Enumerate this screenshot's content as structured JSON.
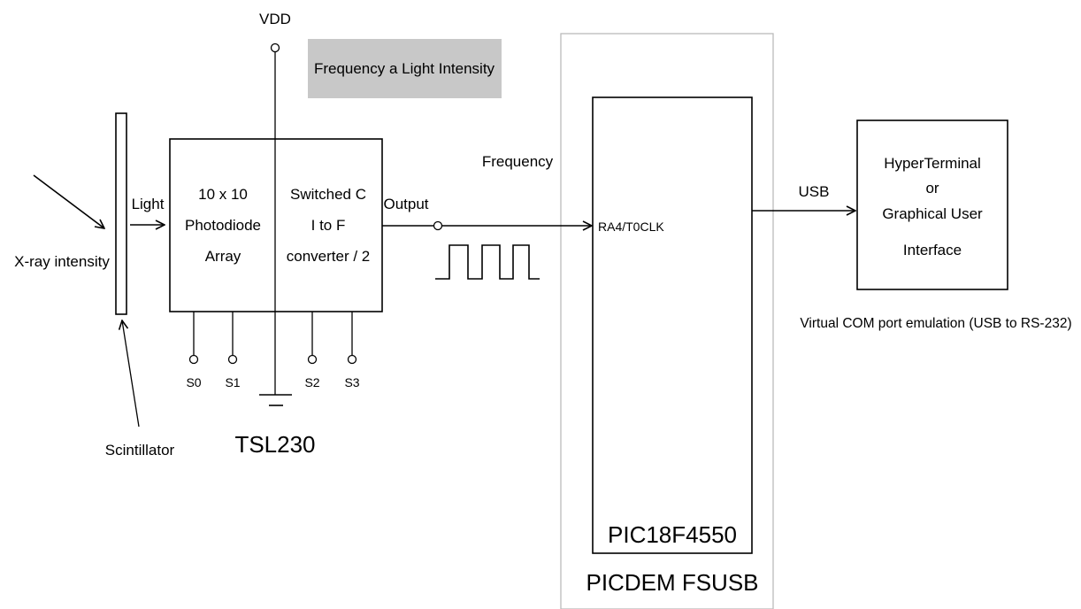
{
  "diagram": {
    "vdd_label": "VDD",
    "banner": {
      "text": "Frequency a Light Intensity",
      "fill_color": "#c8c8c8"
    },
    "xray_label": "X-ray intensity",
    "light_label": "Light",
    "scintillator_label": "Scintillator",
    "tsl230": {
      "name": "TSL230",
      "photodiode_lines": [
        "10 x 10",
        "Photodiode",
        "Array"
      ],
      "converter_lines": [
        "Switched C",
        "I to F",
        "converter / 2"
      ],
      "pins": [
        "S0",
        "S1",
        "S2",
        "S3"
      ]
    },
    "output_label": "Output",
    "frequency_label": "Frequency",
    "pic": {
      "pin_label": "RA4/T0CLK",
      "chip_label": "PIC18F4550",
      "board_label": "PICDEM FSUSB"
    },
    "usb_label": "USB",
    "host_lines": [
      "HyperTerminal",
      "or",
      "Graphical User",
      "Interface"
    ],
    "com_label": "Virtual COM port emulation (USB to RS-232)",
    "colors": {
      "line": "#000000",
      "board_outline": "#bbbbbb",
      "banner": "#c8c8c8"
    }
  }
}
